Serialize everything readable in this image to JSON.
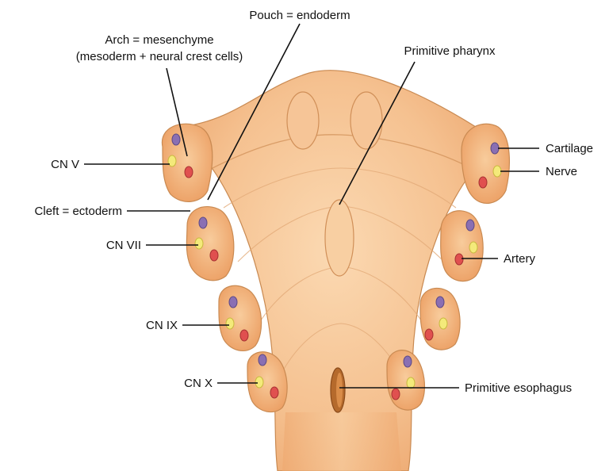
{
  "labels": {
    "pouch": "Pouch = endoderm",
    "arch_line1": "Arch = mesenchyme",
    "arch_line2": "(mesoderm + neural crest cells)",
    "pharynx": "Primitive pharynx",
    "cn5": "CN V",
    "cleft": "Cleft = ectoderm",
    "cn7": "CN VII",
    "cn9": "CN IX",
    "cn10": "CN X",
    "cartilage": "Cartilage",
    "nerve": "Nerve",
    "artery": "Artery",
    "esophagus": "Primitive esophagus"
  },
  "colors": {
    "tissue_light": "#f9d2a6",
    "tissue_mid": "#f1b27a",
    "tissue_edge": "#c98a52",
    "cartilage": "#8a6fb3",
    "nerve": "#f4ea7a",
    "artery": "#e0504f"
  }
}
